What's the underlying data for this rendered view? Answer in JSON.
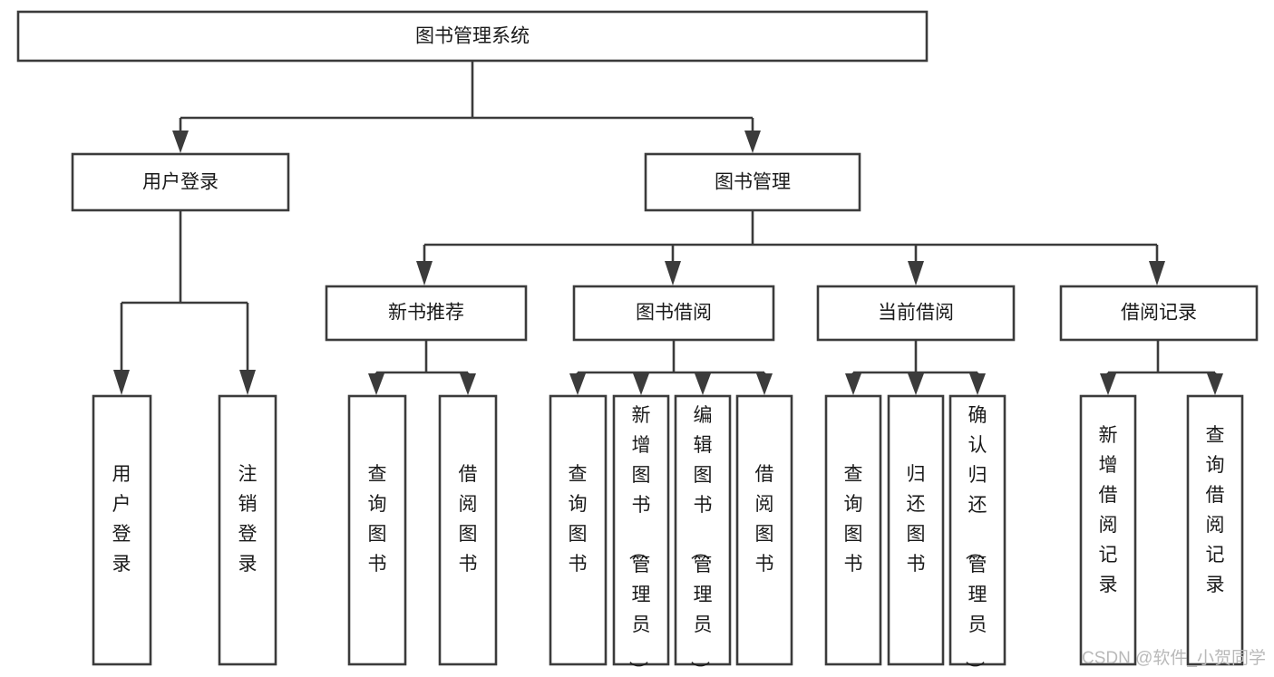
{
  "diagram": {
    "title": "图书管理系统",
    "watermark": "CSDN @软件_小贺同学",
    "colors": {
      "stroke": "#3b3b3b",
      "box_fill": "#ffffff",
      "text": "#1a1a1a",
      "watermark": "#b9b9b9",
      "background": "#ffffff"
    },
    "root": {
      "label": "图书管理系统"
    },
    "level2": [
      {
        "label": "用户登录"
      },
      {
        "label": "图书管理"
      }
    ],
    "level3": [
      {
        "label": "新书推荐"
      },
      {
        "label": "图书借阅"
      },
      {
        "label": "当前借阅"
      },
      {
        "label": "借阅记录"
      }
    ],
    "leaves": {
      "user_login": [
        {
          "label": "用户登录"
        },
        {
          "label": "注销登录"
        }
      ],
      "new_book_recommend": [
        {
          "label": "查询图书"
        },
        {
          "label": "借阅图书"
        }
      ],
      "book_borrow": [
        {
          "label": "查询图书"
        },
        {
          "label": "新增图书（管理员）"
        },
        {
          "label": "编辑图书（管理员）"
        },
        {
          "label": "借阅图书"
        }
      ],
      "current_borrow": [
        {
          "label": "查询图书"
        },
        {
          "label": "归还图书"
        },
        {
          "label": "确认归还（管理员）"
        }
      ],
      "borrow_record": [
        {
          "label": "新增借阅记录"
        },
        {
          "label": "查询借阅记录"
        }
      ]
    }
  }
}
